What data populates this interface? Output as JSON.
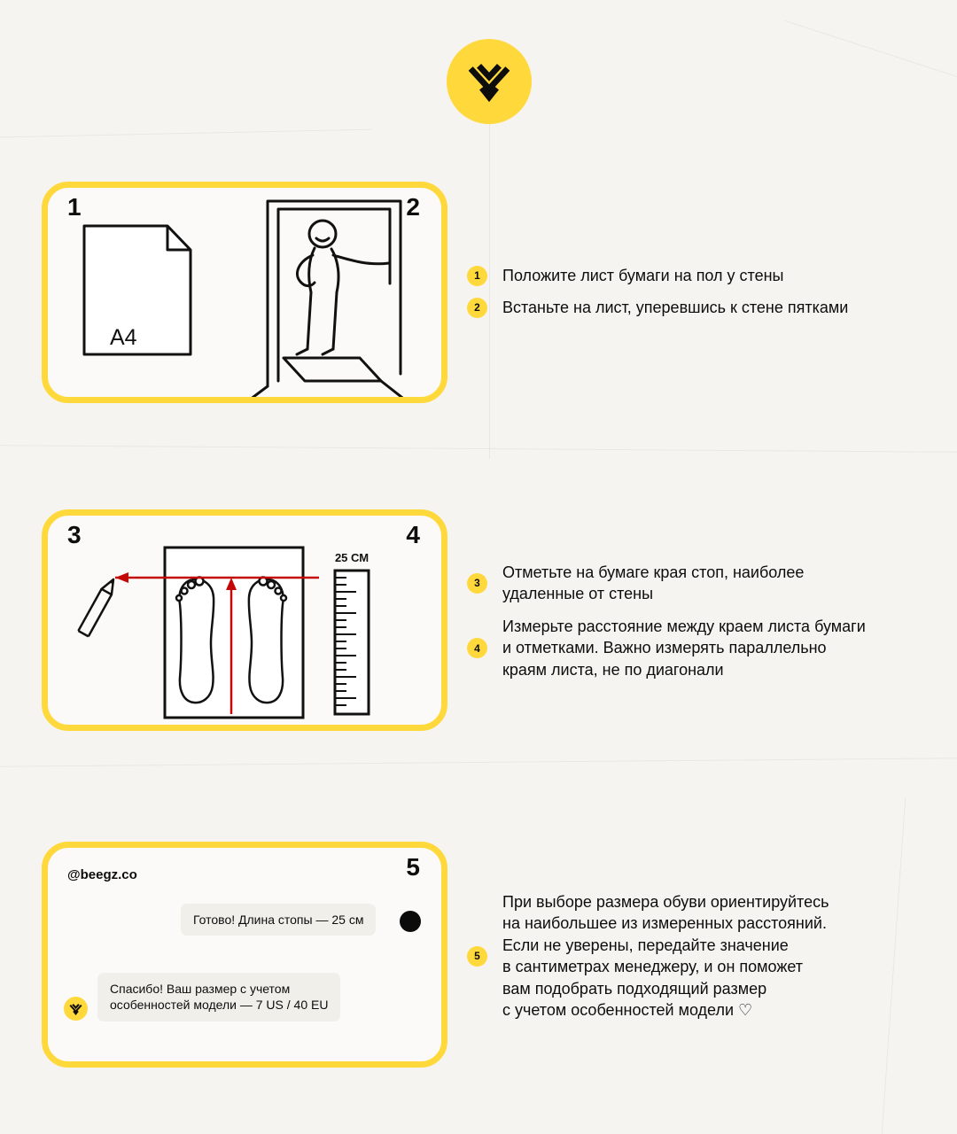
{
  "panels": {
    "p1": {
      "num_left": "1",
      "num_right": "2",
      "a4_label": "A4"
    },
    "p2": {
      "num_left": "3",
      "num_right": "4",
      "ruler_label": "25 СМ"
    },
    "p3": {
      "num": "5",
      "handle": "@beegz.co",
      "message_user": "Готово! Длина стопы — 25 см",
      "message_brand": "Спасибо! Ваш размер с учетом\nособенностей модели — 7 US / 40 EU"
    }
  },
  "steps": [
    {
      "num": "1",
      "text": "Положите лист бумаги на пол у стены"
    },
    {
      "num": "2",
      "text": "Встаньте на лист, уперевшись к стене пятками"
    },
    {
      "num": "3",
      "text": "Отметьте на бумаге края стоп, наиболее\nудаленные от стены"
    },
    {
      "num": "4",
      "text": "Измерьте расстояние между краем листа бумаги\nи отметками. Важно измерять параллельно\nкраям листа, не по диагонали"
    },
    {
      "num": "5",
      "text": "При выборе размера обуви ориентируйтесь\nна наибольшее из измеренных расстояний.\nЕсли не уверены, передайте значение\nв сантиметрах менеджеру, и он поможет\nвам подобрать подходящий размер\nс учетом особенностей модели ♡"
    }
  ],
  "colors": {
    "yellow": "#FFD83C",
    "red": "#C40808",
    "background": "#F6F4F1",
    "ink": "#0D0D0D",
    "bubble": "#F1EFEA"
  }
}
